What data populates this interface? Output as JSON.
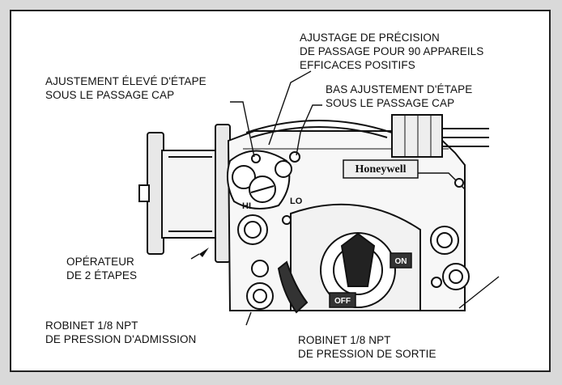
{
  "diagram": {
    "brand": "Honeywell",
    "labels": {
      "precision": [
        "AJUSTAGE DE PRÉCISION",
        "DE PASSAGE POUR 90 APPAREILS",
        "EFFICACES POSITIFS"
      ],
      "high_step": [
        "AJUSTEMENT ÉLEVÉ D'ÉTAPE",
        "SOUS LE PASSAGE CAP"
      ],
      "low_step": [
        "BAS AJUSTEMENT D'ÉTAPE",
        "SOUS LE PASSAGE CAP"
      ],
      "operator": [
        "OPÉRATEUR",
        "DE 2 ÉTAPES"
      ],
      "inlet_tap": [
        "ROBINET 1/8 NPT",
        "DE PRESSION D'ADMISSION"
      ],
      "outlet_tap": [
        "ROBINET 1/8 NPT",
        "DE PRESSION DE SORTIE"
      ]
    },
    "markings": {
      "hi": "HI",
      "lo": "LO",
      "on": "ON",
      "off": "OFF"
    }
  }
}
